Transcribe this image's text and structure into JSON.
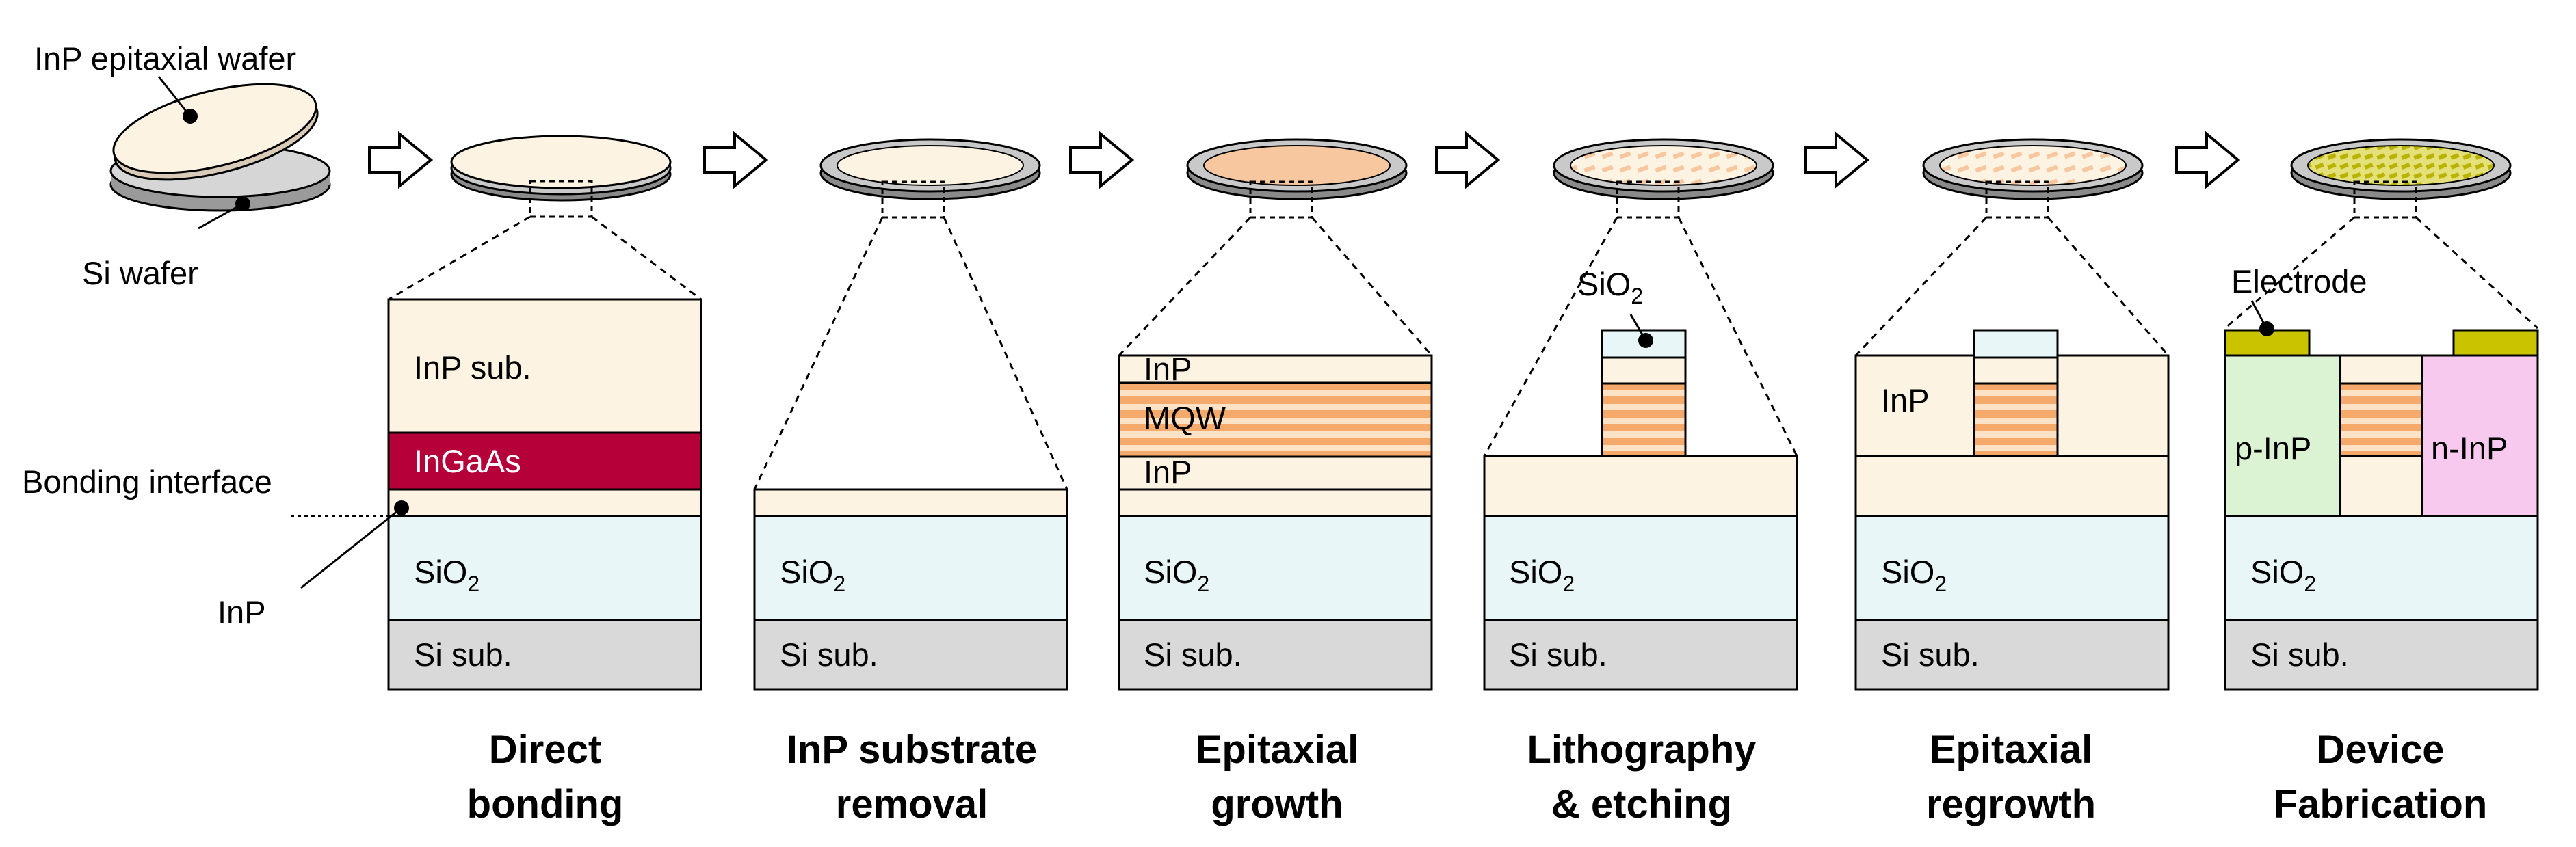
{
  "wafer_labels": {
    "inp_epitaxial_wafer": "InP epitaxial wafer",
    "si_wafer": "Si wafer",
    "bonding_interface": "Bonding interface",
    "inp": "InP"
  },
  "layers": {
    "inp_sub": "InP sub.",
    "ingaas": "InGaAs",
    "sio2_base": "SiO",
    "sio2_sub": "2",
    "si_sub": "Si sub.",
    "inp": "InP",
    "mqw": "MQW",
    "p_inp": "p-InP",
    "n_inp": "n-InP",
    "electrode": "Electrode"
  },
  "steps": [
    {
      "line1": "Direct",
      "line2": "bonding"
    },
    {
      "line1": "InP substrate",
      "line2": "removal"
    },
    {
      "line1": "Epitaxial",
      "line2": "growth"
    },
    {
      "line1": "Lithography",
      "line2": "& etching"
    },
    {
      "line1": "Epitaxial",
      "line2": "regrowth"
    },
    {
      "line1": "Device",
      "line2": "Fabrication"
    }
  ],
  "colors": {
    "inp_fill": "#fdf3e3",
    "ingaas_fill": "#b5003a",
    "sio2_fill": "#e8f6f8",
    "si_fill": "#d9d9d9",
    "mqw_orange": "#f5a96b",
    "mqw_light": "#fde2c6",
    "p_inp_fill": "#dcf3d3",
    "n_inp_fill": "#f7c9ee",
    "electrode_fill": "#c9c300",
    "wafer_ring": "#c9c9c9",
    "wafer_dark": "#8a8a8a",
    "epi_wafer_fill": "#f7c7a0"
  },
  "icons": [
    "arrow-right-icon",
    "wafer-icon",
    "dot-marker-icon"
  ]
}
